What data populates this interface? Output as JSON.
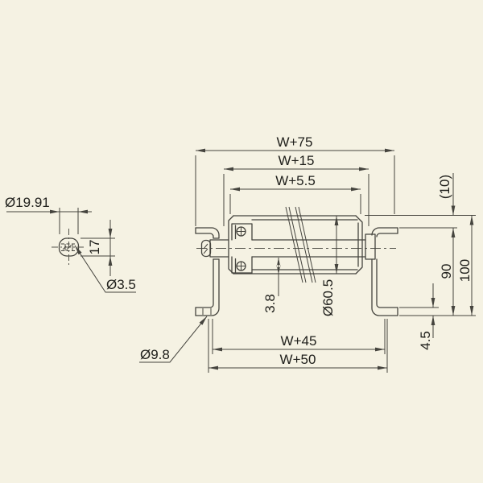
{
  "colors": {
    "background": "#f5f2e3",
    "line": "#45443e",
    "text": "#20201c"
  },
  "detail_view": {
    "shaft_end_diameter": "Ø19.91",
    "across_flats": "17",
    "pin_hole_diameter": "Ø3.5"
  },
  "main_view": {
    "top_widths": {
      "overall": "W+75",
      "between_frames": "W+15",
      "roller_face": "W+5.5"
    },
    "bottom_widths": {
      "inner": "W+45",
      "outer": "W+50"
    },
    "roller": {
      "tube_diameter": "Ø60.5",
      "tube_wall_thickness": "3.8"
    },
    "frame": {
      "mounting_hole_diameter": "Ø9.8",
      "flange_thickness": "4.5",
      "frame_height": "90",
      "overall_height": "100",
      "roller_above_frame": "(10)"
    }
  }
}
